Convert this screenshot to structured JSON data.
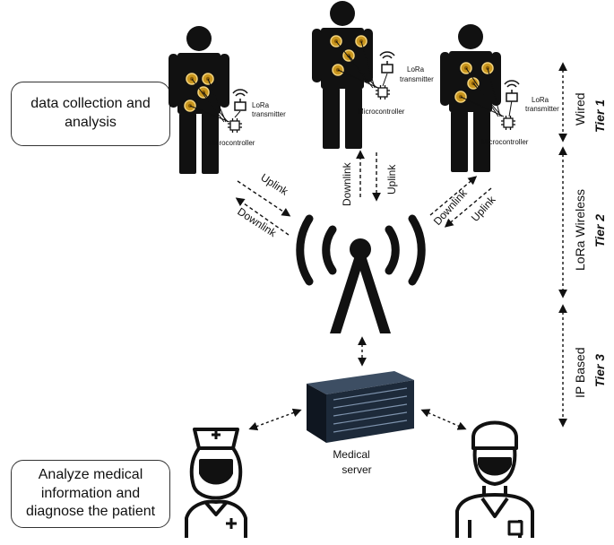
{
  "boxes": {
    "top": "data collection and analysis",
    "bottom": "Analyze medical information and diagnose the patient"
  },
  "patients": [
    {
      "radio": "LoRa",
      "transmitter": "transmitter",
      "controller": "Microcontroller"
    },
    {
      "radio": "LoRa",
      "transmitter": "transmitter",
      "controller": "Microcontroller"
    },
    {
      "radio": "LoRa",
      "transmitter": "transmitter",
      "controller": "Microcontroller"
    }
  ],
  "links": {
    "uplink": "Uplink",
    "downlink": "Downlink"
  },
  "server": {
    "line1": "Medical",
    "line2": "server"
  },
  "tiers": [
    {
      "tech": "Wired",
      "name": "Tier 1"
    },
    {
      "tech": "LoRa Wireless",
      "name": "Tier 2"
    },
    {
      "tech": "IP Based",
      "name": "Tier 3"
    }
  ],
  "colors": {
    "ink": "#111111",
    "sensor": "#c9961e",
    "sensor_ring": "#f3d27a",
    "server": "#1d2a3a"
  }
}
